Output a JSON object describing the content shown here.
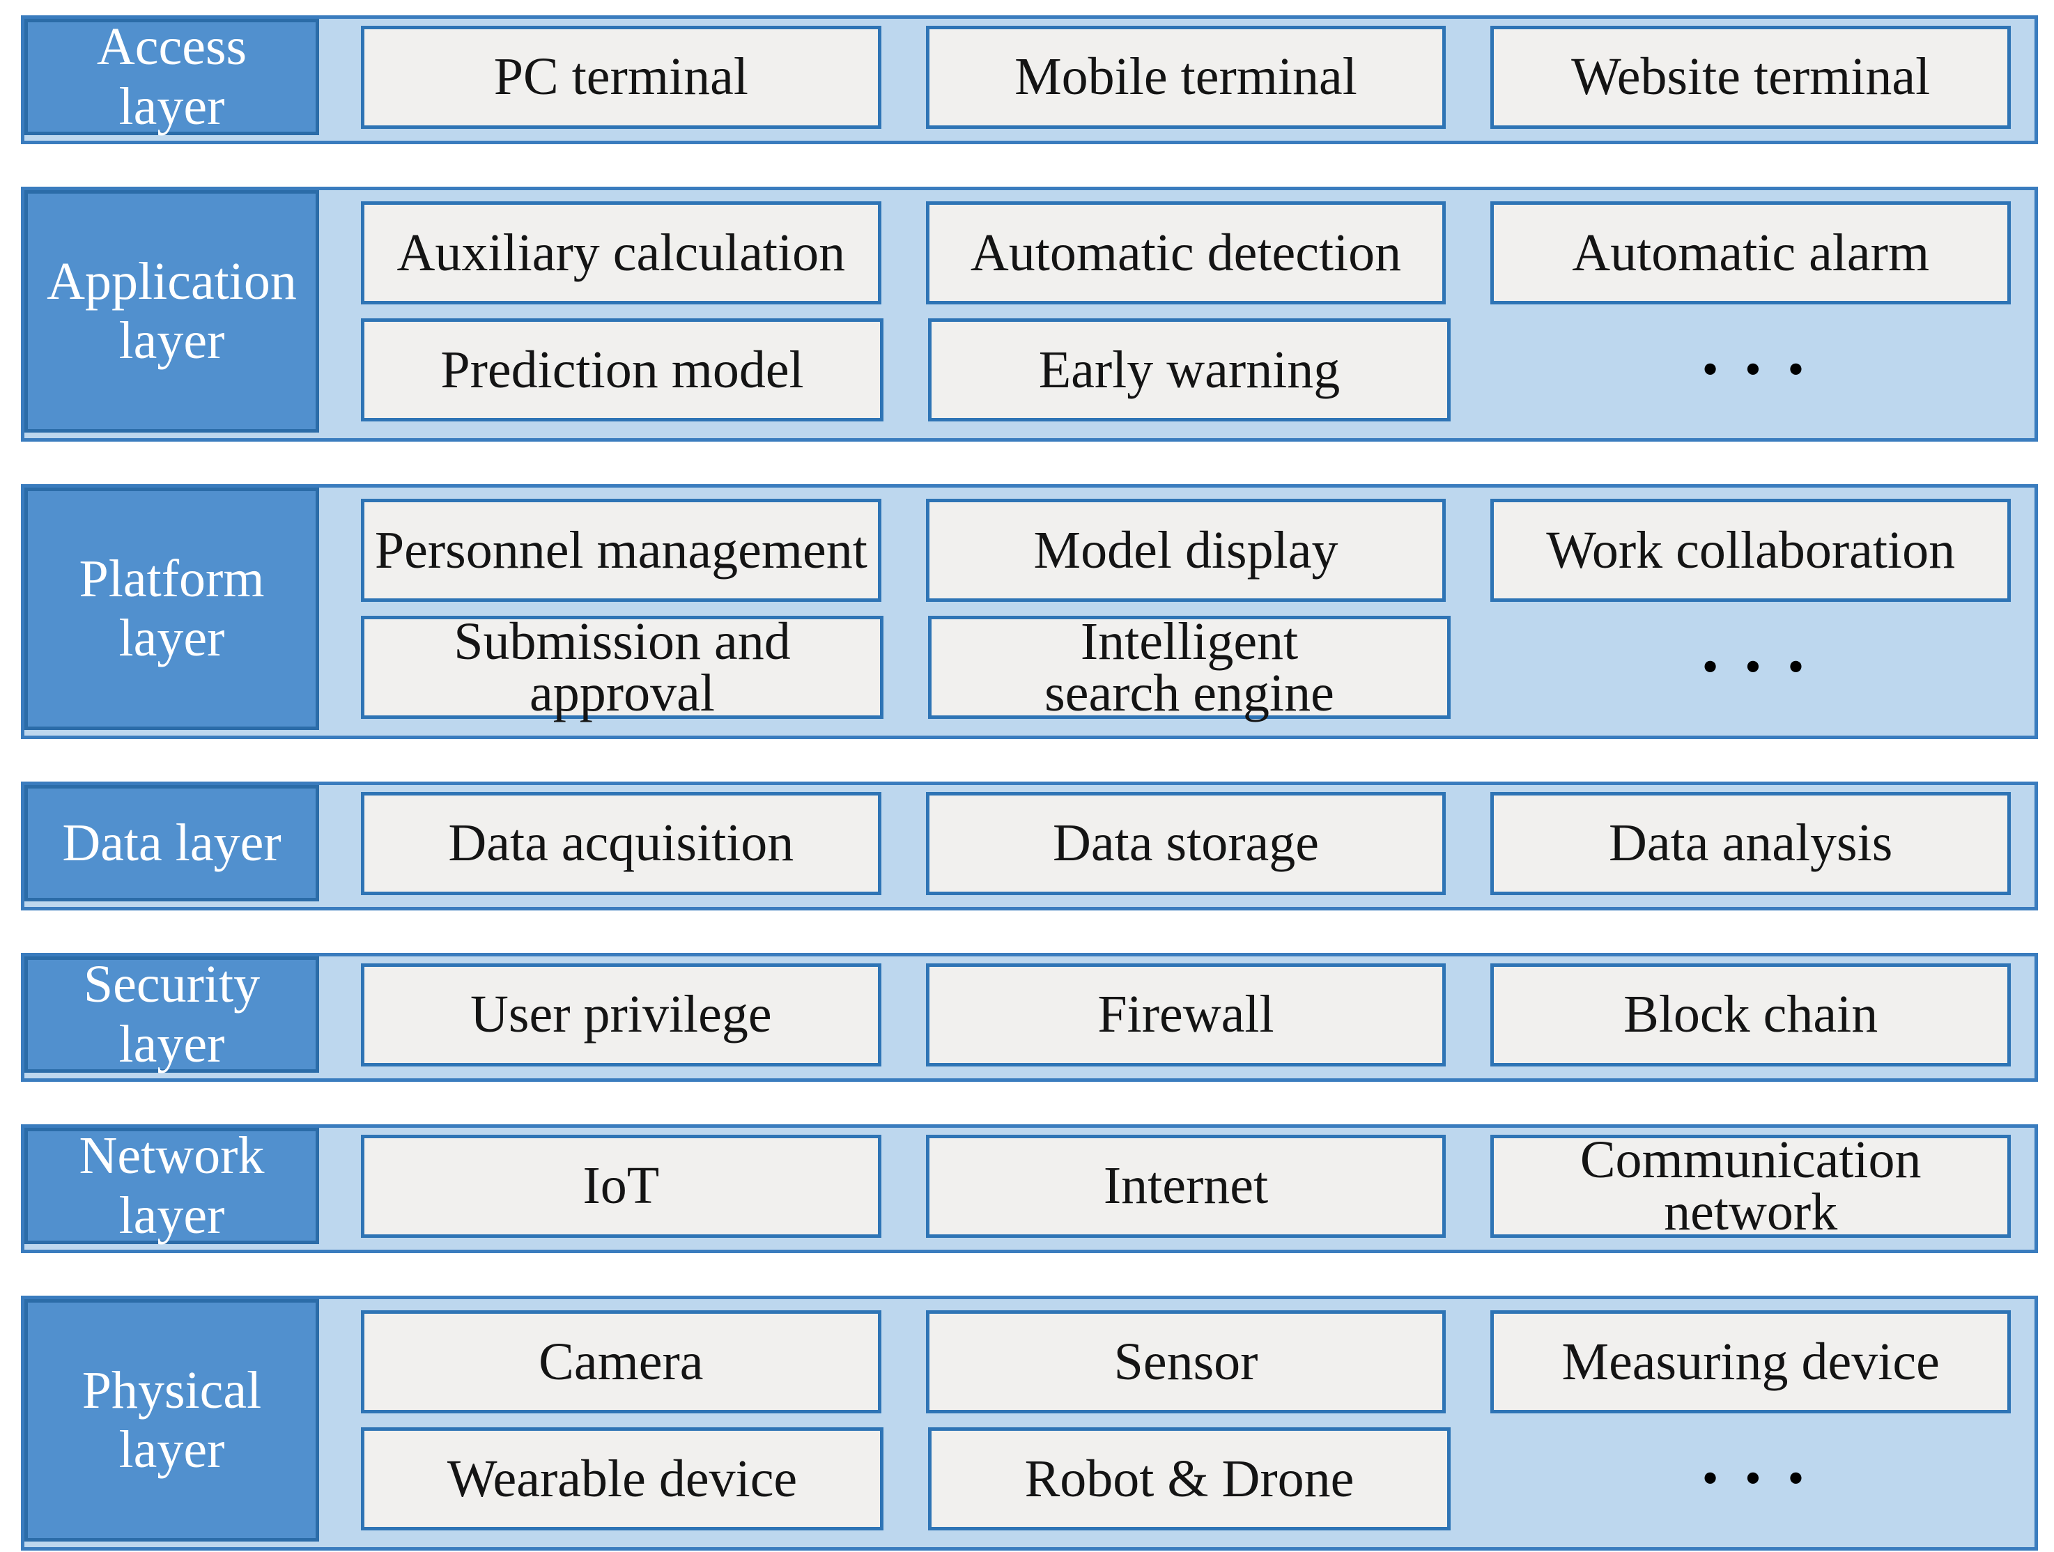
{
  "colors": {
    "label_fill": "#5190CE",
    "label_border": "#2B6CA8",
    "band_fill": "#BDD7EE",
    "band_border": "#3A7CBE",
    "box_fill": "#F1F0EE",
    "box_border": "#2E74B5",
    "label_text": "#FFFFFF",
    "box_text": "#141414",
    "page_bg": "#FFFFFF"
  },
  "layers": [
    {
      "label": "Access\nlayer",
      "cells": [
        [
          "PC terminal",
          "Mobile terminal",
          "Website terminal"
        ]
      ]
    },
    {
      "label": "Application\nlayer",
      "cells": [
        [
          "Auxiliary calculation",
          "Automatic detection",
          "Automatic alarm"
        ],
        [
          "Prediction model",
          "Early warning",
          "•••"
        ]
      ]
    },
    {
      "label": "Platform\nlayer",
      "cells": [
        [
          "Personnel management",
          "Model display",
          "Work collaboration"
        ],
        [
          "Submission and\napproval",
          "Intelligent\nsearch engine",
          "•••"
        ]
      ]
    },
    {
      "label": "Data layer",
      "cells": [
        [
          "Data acquisition",
          "Data storage",
          "Data analysis"
        ]
      ]
    },
    {
      "label": "Security\nlayer",
      "cells": [
        [
          "User privilege",
          "Firewall",
          "Block chain"
        ]
      ]
    },
    {
      "label": "Network\nlayer",
      "cells": [
        [
          "IoT",
          "Internet",
          "Communication\nnetwork"
        ]
      ]
    },
    {
      "label": "Physical\nlayer",
      "cells": [
        [
          "Camera",
          "Sensor",
          "Measuring device"
        ],
        [
          "Wearable device",
          "Robot & Drone",
          "•••"
        ]
      ]
    }
  ]
}
